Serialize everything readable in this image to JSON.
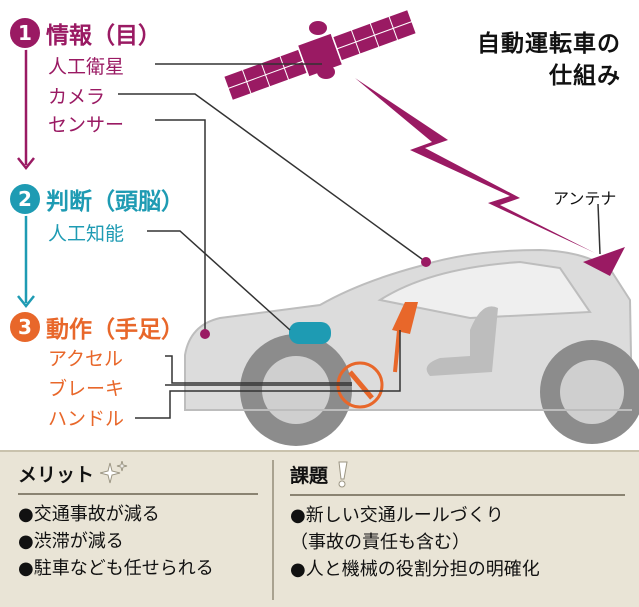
{
  "title": {
    "line1": "自動運転車の",
    "line2": "仕組み"
  },
  "steps": [
    {
      "num": "1",
      "title": "情報（目）",
      "items": [
        "人工衛星",
        "カメラ",
        "センサー"
      ],
      "color": "#9a1a63"
    },
    {
      "num": "2",
      "title": "判断（頭脳）",
      "items": [
        "人工知能"
      ],
      "color": "#1e9bb3"
    },
    {
      "num": "3",
      "title": "動作（手足）",
      "items": [
        "アクセル",
        "ブレーキ",
        "ハンドル"
      ],
      "color": "#e8672a"
    }
  ],
  "antenna_label": "アンテナ",
  "merits": {
    "title": "メリット",
    "icon": "sparkle-icon",
    "items": [
      "●交通事故が減る",
      "●渋滞が減る",
      "●駐車なども任せられる"
    ]
  },
  "issues": {
    "title": "課題",
    "icon": "exclamation-icon",
    "items": [
      "●新しい交通ルールづくり",
      "（事故の責任も含む）",
      "●人と機械の役割分担の明確化"
    ]
  },
  "colors": {
    "magenta": "#9a1a63",
    "teal": "#1e9bb3",
    "orange": "#e8672a",
    "car_gray": "#d9d9d9",
    "panel_bg": "#e9e4d6"
  }
}
